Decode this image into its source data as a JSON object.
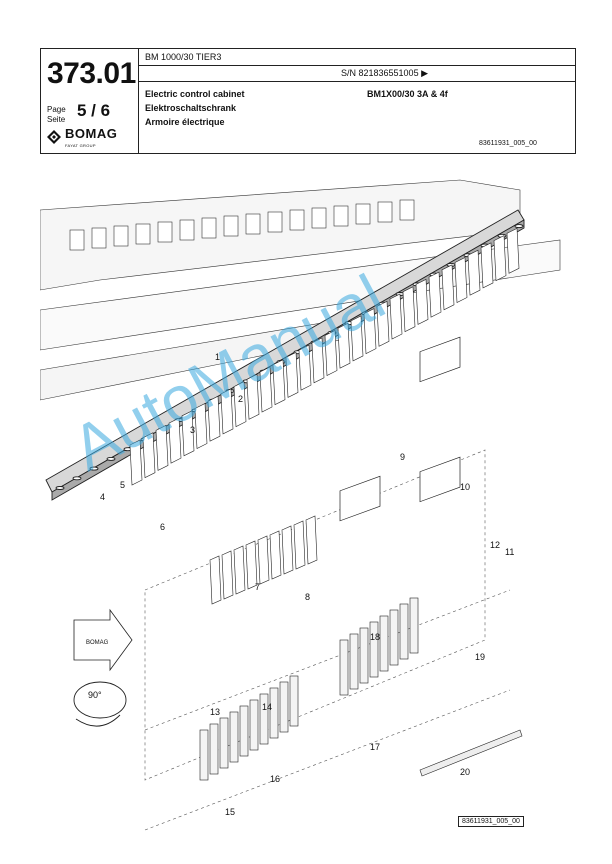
{
  "header": {
    "page_number": "373.01",
    "page_label_en": "Page",
    "page_label_de": "Seite",
    "page_value": "5 / 6",
    "logo_text": "BOMAG",
    "logo_sub": "FAYAT GROUP",
    "model": "BM 1000/30 TIER3",
    "serial": "S/N 821836551005  ▶",
    "title_en": "Electric control cabinet",
    "title_de": "Elektroschaltschrank",
    "title_fr": "Armoire électrique",
    "variant": "BM1X00/30 3A & 4f",
    "drawing_ref": "83611931_005_00"
  },
  "drawing": {
    "callouts": [
      "1",
      "2",
      "3",
      "4",
      "5",
      "6",
      "7",
      "8",
      "9",
      "10",
      "11",
      "12",
      "13",
      "14",
      "15",
      "16",
      "17",
      "18",
      "19",
      "20"
    ],
    "rotate_label": "90°",
    "arrow_label": "BOMAG",
    "ref_box": "83611931_005_00"
  },
  "watermark": "AutoManual"
}
